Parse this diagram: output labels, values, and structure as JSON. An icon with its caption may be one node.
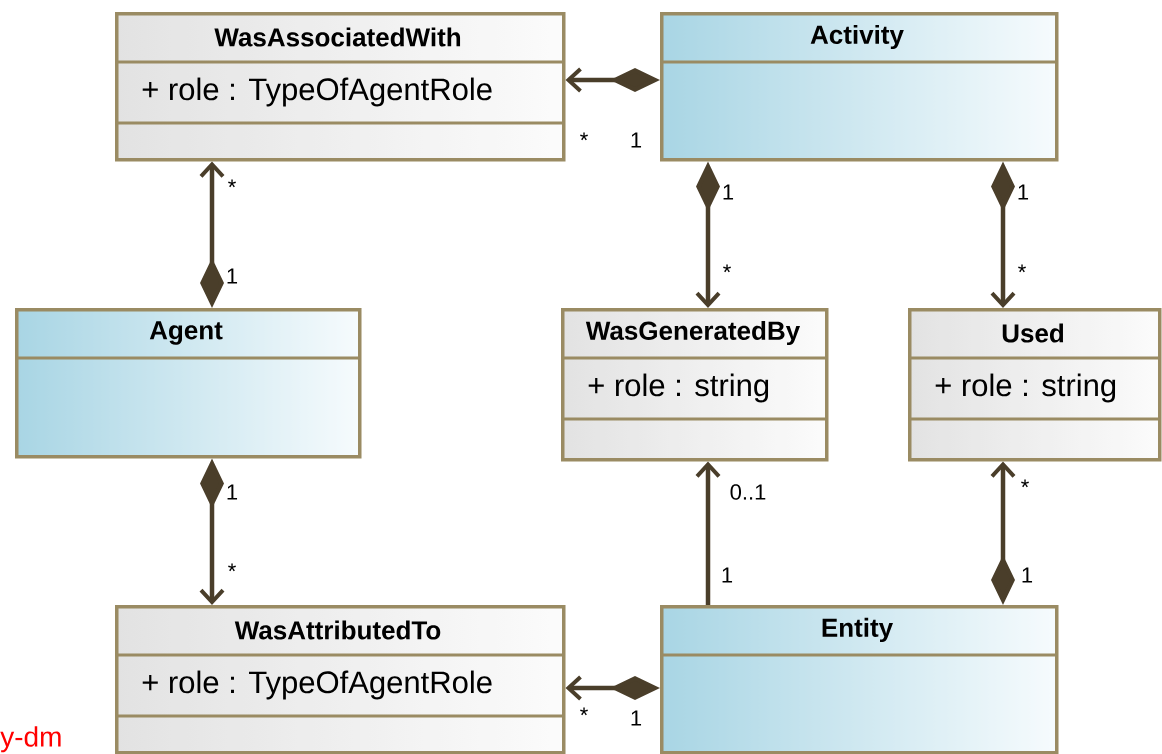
{
  "diagram": {
    "nodes": [
      {
        "text": [
          "WasAssociatedWith",
          "+ role : TypeOfAgentRole"
        ]
      },
      {
        "text": [
          "Activity"
        ]
      },
      {
        "text": [
          "Agent"
        ]
      },
      {
        "text": [
          "WasGeneratedBy",
          "+ role : string"
        ]
      },
      {
        "text": [
          "Used",
          "+ role : string"
        ]
      },
      {
        "text": [
          "WasAttributedTo",
          "+ role : TypeOfAgentRole"
        ]
      },
      {
        "text": [
          "Entity"
        ]
      }
    ],
    "edges": [
      {
        "from": 1,
        "to": 0,
        "arrow": "to"
      },
      {
        "from": 2,
        "to": 0,
        "arrow": "to"
      },
      {
        "from": 1,
        "to": 3,
        "arrow": "to"
      },
      {
        "from": 1,
        "to": 4,
        "arrow": "to"
      },
      {
        "from": 2,
        "to": 5,
        "arrow": "to"
      },
      {
        "from": 6,
        "to": 3,
        "arrow": "to"
      },
      {
        "from": 6,
        "to": 4,
        "arrow": "to"
      },
      {
        "from": 6,
        "to": 5,
        "arrow": "to"
      }
    ],
    "labels": [
      "*",
      "1",
      "*",
      "1",
      "1",
      "1",
      "*",
      "*",
      "1",
      "0..1",
      "*",
      "*",
      "1",
      "1",
      "*",
      "1",
      "y-dm"
    ]
  }
}
